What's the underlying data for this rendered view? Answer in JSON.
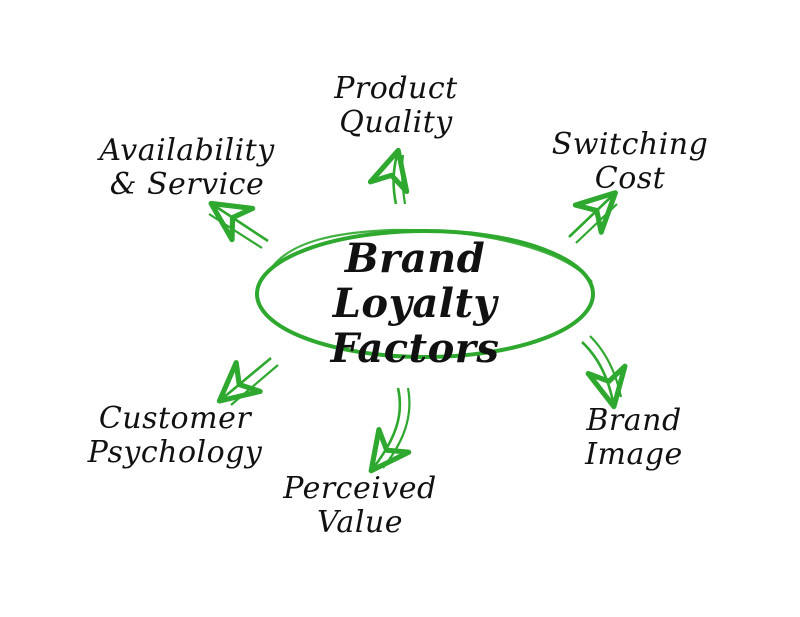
{
  "diagram": {
    "center": {
      "lines": [
        "Brand",
        "Loyalty",
        "Factors"
      ]
    },
    "nodes": [
      {
        "id": "product-quality",
        "lines": [
          "Product",
          "Quality"
        ]
      },
      {
        "id": "availability",
        "lines": [
          "Availability",
          "& Service"
        ]
      },
      {
        "id": "switching-cost",
        "lines": [
          "Switching",
          "Cost"
        ]
      },
      {
        "id": "customer-psychology",
        "lines": [
          "Customer",
          "Psychology"
        ]
      },
      {
        "id": "perceived-value",
        "lines": [
          "Perceived",
          "Value"
        ]
      },
      {
        "id": "brand-image",
        "lines": [
          "Brand",
          "Image"
        ]
      }
    ],
    "colors": {
      "accent": "#2ea82e",
      "text": "#111111",
      "background": "#ffffff"
    }
  }
}
